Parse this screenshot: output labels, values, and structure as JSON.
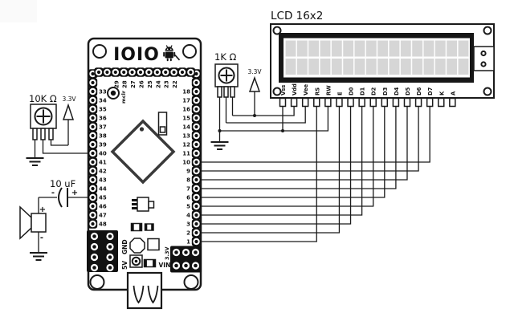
{
  "diagram": {
    "lcd": {
      "title": "LCD 16x2",
      "pins": [
        "Vss",
        "Vdd",
        "Vee",
        "RS",
        "RW",
        "E",
        "D0",
        "D1",
        "D2",
        "D3",
        "D4",
        "D5",
        "D6",
        "D7",
        "K",
        "A"
      ],
      "columns": 16,
      "rows": 2
    },
    "board": {
      "logo": "IOIO",
      "mclr": "mclr",
      "top_pins": [
        "29",
        "28",
        "27",
        "26",
        "25",
        "24",
        "23",
        "22"
      ],
      "left_pins": [
        "33",
        "34",
        "35",
        "36",
        "37",
        "38",
        "39",
        "40",
        "41",
        "42",
        "43",
        "44",
        "45",
        "46",
        "47",
        "48"
      ],
      "right_pins": [
        "18",
        "17",
        "16",
        "15",
        "14",
        "13",
        "12",
        "11",
        "10",
        "9",
        "8",
        "7",
        "6",
        "5",
        "4",
        "3",
        "2",
        "1"
      ],
      "labels": {
        "gnd": "GND",
        "v5": "5V",
        "v33": "3.3V",
        "vin": "VIN"
      }
    },
    "components": {
      "pot_10k": {
        "label": "10K Ω"
      },
      "pot_1k": {
        "label": "1K Ω"
      },
      "cap": {
        "label": "10 uF",
        "plus": "+",
        "minus": "-"
      },
      "speaker": {
        "plus": "+",
        "minus": "-"
      },
      "supply_left": {
        "label": "3.3V"
      },
      "supply_right": {
        "label": "3.3V"
      }
    },
    "connections": [
      "LCD.Vss -> GND",
      "LCD.Vdd -> 3.3V",
      "LCD.Vee -> 1K pot wiper",
      "LCD.RS -> IOIO pin 1",
      "LCD.RW -> GND",
      "LCD.E -> IOIO pin 2",
      "LCD.D0 -> IOIO pin 3",
      "LCD.D1 -> IOIO pin 4",
      "LCD.D2 -> IOIO pin 5",
      "LCD.D3 -> IOIO pin 6",
      "LCD.D4 -> IOIO pin 7",
      "LCD.D5 -> IOIO pin 8",
      "LCD.D6 -> IOIO pin 9",
      "LCD.D7 -> IOIO pin 10",
      "LCD.K -> not connected",
      "LCD.A -> not connected",
      "10K pot wiper -> IOIO pin 40",
      "10K pot ends -> GND, 3.3V",
      "1K pot ends -> GND, 3.3V",
      "speaker(+) -> 10uF(-), 10uF(+) -> IOIO pin 45",
      "speaker(-) -> GND"
    ],
    "colors": {
      "wire": "#1a1a1a",
      "lcd_bezel": "#161616",
      "lcd_cell": "#d6d6d6"
    }
  }
}
